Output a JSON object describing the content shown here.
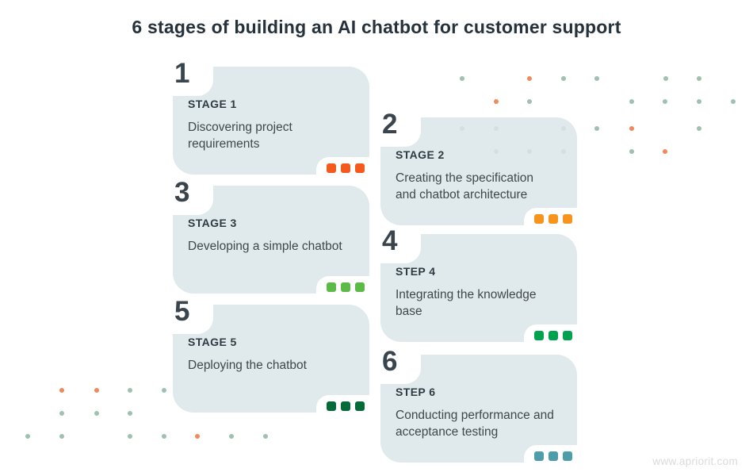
{
  "title": "6 stages of building an AI chatbot for customer support",
  "watermark": "www.apriorit.com",
  "colors": {
    "card_background": "#e0e8e9",
    "title_color": "#25323c",
    "number_color": "#39444d",
    "label_color": "#2e3b43",
    "description_color": "#3f474b",
    "decorative_green": "#9fc1af",
    "decorative_orange": "#f08a5c"
  },
  "stages": [
    {
      "number": "1",
      "label": "STAGE 1",
      "description": "Discovering project requirements",
      "accent": "#f4591d"
    },
    {
      "number": "2",
      "label": "STAGE 2",
      "description": "Creating the specification and chatbot architecture",
      "accent": "#f7941e"
    },
    {
      "number": "3",
      "label": "STAGE 3",
      "description": "Developing a simple chatbot",
      "accent": "#5bbb46"
    },
    {
      "number": "4",
      "label": "STEP 4",
      "description": "Integrating the knowledge base",
      "accent": "#00a14f"
    },
    {
      "number": "5",
      "label": "STAGE 5",
      "description": "Deploying the chatbot",
      "accent": "#046a38"
    },
    {
      "number": "6",
      "label": "STEP 6",
      "description": "Conducting performance and acceptance testing",
      "accent": "#4d9daa"
    }
  ],
  "decorative_dots": {
    "top_right": [
      [
        583,
        99,
        "g"
      ],
      [
        668,
        99,
        "o"
      ],
      [
        711,
        99,
        "g"
      ],
      [
        753,
        99,
        "g"
      ],
      [
        840,
        99,
        "g"
      ],
      [
        882,
        99,
        "g"
      ],
      [
        626,
        128,
        "o"
      ],
      [
        668,
        128,
        "g"
      ],
      [
        797,
        128,
        "g"
      ],
      [
        839,
        128,
        "g"
      ],
      [
        882,
        128,
        "g"
      ],
      [
        925,
        128,
        "g"
      ],
      [
        583,
        162,
        "g"
      ],
      [
        626,
        162,
        "g"
      ],
      [
        711,
        162,
        "g"
      ],
      [
        753,
        162,
        "g"
      ],
      [
        797,
        162,
        "o"
      ],
      [
        882,
        162,
        "g"
      ],
      [
        626,
        191,
        "g"
      ],
      [
        668,
        191,
        "g"
      ],
      [
        711,
        191,
        "g"
      ],
      [
        797,
        191,
        "g"
      ],
      [
        839,
        191,
        "o"
      ]
    ],
    "bottom_left": [
      [
        78,
        492,
        "o"
      ],
      [
        122,
        492,
        "o"
      ],
      [
        164,
        492,
        "g"
      ],
      [
        207,
        492,
        "g"
      ],
      [
        78,
        521,
        "g"
      ],
      [
        122,
        521,
        "g"
      ],
      [
        164,
        521,
        "g"
      ],
      [
        35,
        550,
        "g"
      ],
      [
        78,
        550,
        "g"
      ],
      [
        164,
        550,
        "g"
      ],
      [
        207,
        550,
        "g"
      ],
      [
        249,
        550,
        "o"
      ],
      [
        292,
        550,
        "g"
      ],
      [
        335,
        550,
        "g"
      ]
    ]
  }
}
